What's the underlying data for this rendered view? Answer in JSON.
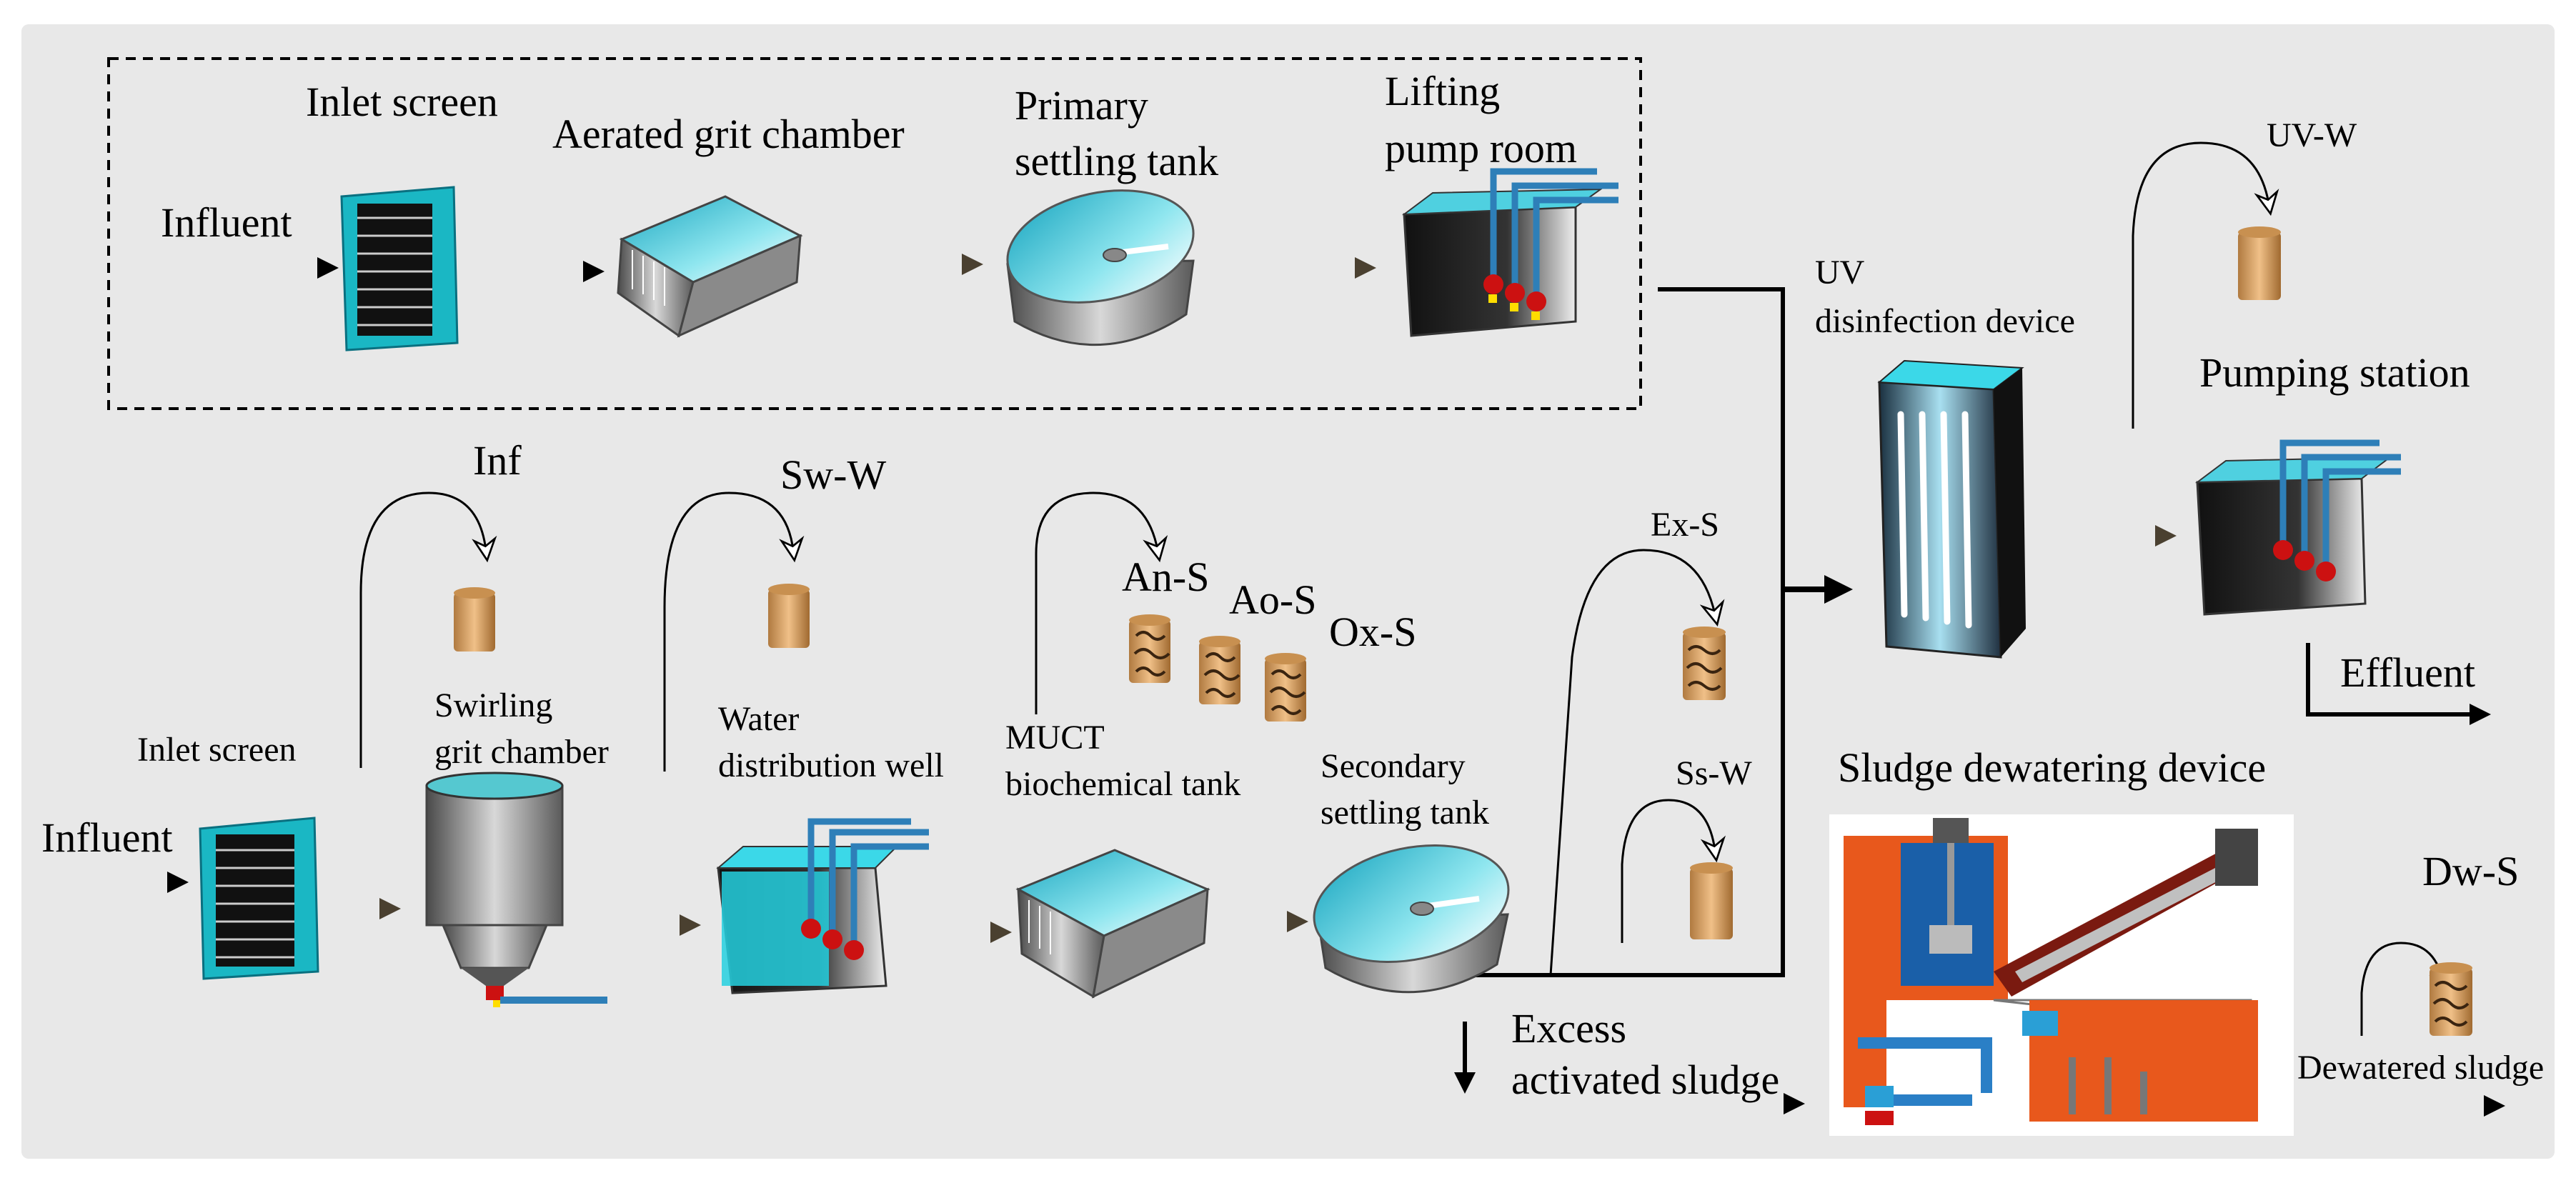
{
  "pretreatment": {
    "influent": "Influent",
    "inlet_screen": "Inlet screen",
    "aerated_grit_chamber": "Aerated grit chamber",
    "primary_settling_tank": [
      "Primary",
      "settling tank"
    ],
    "lifting_pump_room": [
      "Lifting",
      "pump room"
    ]
  },
  "main_line": {
    "influent": "Influent",
    "inlet_screen": "Inlet screen",
    "swirling_grit_chamber": [
      "Swirling",
      "grit chamber"
    ],
    "water_distribution_well": [
      "Water",
      "distribution well"
    ],
    "muct_tank": [
      "MUCT",
      "biochemical tank"
    ],
    "secondary_settling_tank": [
      "Secondary",
      "settling tank"
    ],
    "excess_sludge": [
      "Excess",
      "activated sludge"
    ]
  },
  "effluent_line": {
    "uv_device": [
      "UV",
      "disinfection device"
    ],
    "pumping_station": "Pumping station",
    "effluent": "Effluent"
  },
  "sludge_line": {
    "dewatering_device": "Sludge dewatering device",
    "dewatered_sludge": "Dewatered sludge"
  },
  "samples": {
    "inf": "Inf",
    "sw_w": "Sw-W",
    "an_s": "An-S",
    "ao_s": "Ao-S",
    "ox_s": "Ox-S",
    "ex_s": "Ex-S",
    "ss_w": "Ss-W",
    "uv_w": "UV-W",
    "dw_s": "Dw-S"
  },
  "colors": {
    "water": "#3cc8d8",
    "sludge_machine": "#e8581c",
    "sample_jar": "#d9a060",
    "steel": "#8c8c8c"
  }
}
